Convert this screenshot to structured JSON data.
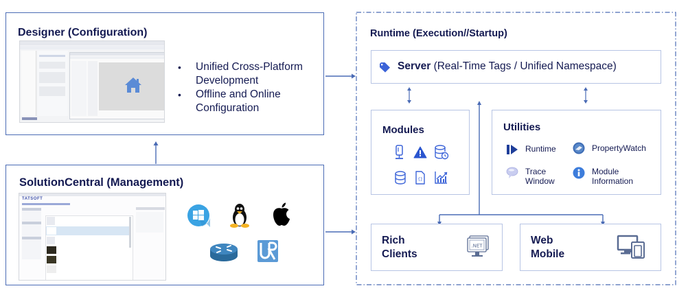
{
  "designer": {
    "title": "Designer (Configuration)",
    "bullets": [
      "Unified Cross-Platform Development",
      "Offline and Online Configuration"
    ],
    "screenshot_icon": "home-icon"
  },
  "solution_central": {
    "title": "SolutionCentral (Management)",
    "brand": "TATSOFT",
    "platforms": [
      "windows-icon",
      "linux-icon",
      "apple-icon",
      "router-icon",
      "universal-robots-icon"
    ]
  },
  "runtime": {
    "title": "Runtime (Execution//Startup)",
    "server": {
      "label_bold": "Server",
      "label_rest": " (Real-Time Tags / Unified Namespace)",
      "icon": "tag-icon"
    },
    "modules": {
      "title": "Modules",
      "icons": [
        "device-icon",
        "alarm-warning-icon",
        "historian-database-icon",
        "database-icon",
        "script-file-icon",
        "report-chart-icon"
      ]
    },
    "utilities": {
      "title": "Utilities",
      "items": [
        {
          "label": "Runtime",
          "icon": "runtime-play-icon"
        },
        {
          "label": "PropertyWatch",
          "icon": "property-watch-icon"
        },
        {
          "label": "Trace\nWindow",
          "label_line1": "Trace",
          "label_line2": "Window",
          "icon": "trace-window-icon"
        },
        {
          "label": "Module\nInformation",
          "label_line1": "Module",
          "label_line2": "Information",
          "icon": "info-icon"
        }
      ]
    },
    "rich_clients": {
      "line1": "Rich",
      "line2": "Clients",
      "icon": "dotnet-monitor-icon",
      "icon_text": ".NET"
    },
    "web_mobile": {
      "line1": "Web",
      "line2": "Mobile",
      "icon": "devices-icon"
    }
  },
  "colors": {
    "primary_border": "#4a6bb5",
    "light_border": "#b7c4e4",
    "title_text": "#141a52",
    "icon_blue": "#3b63d8"
  }
}
